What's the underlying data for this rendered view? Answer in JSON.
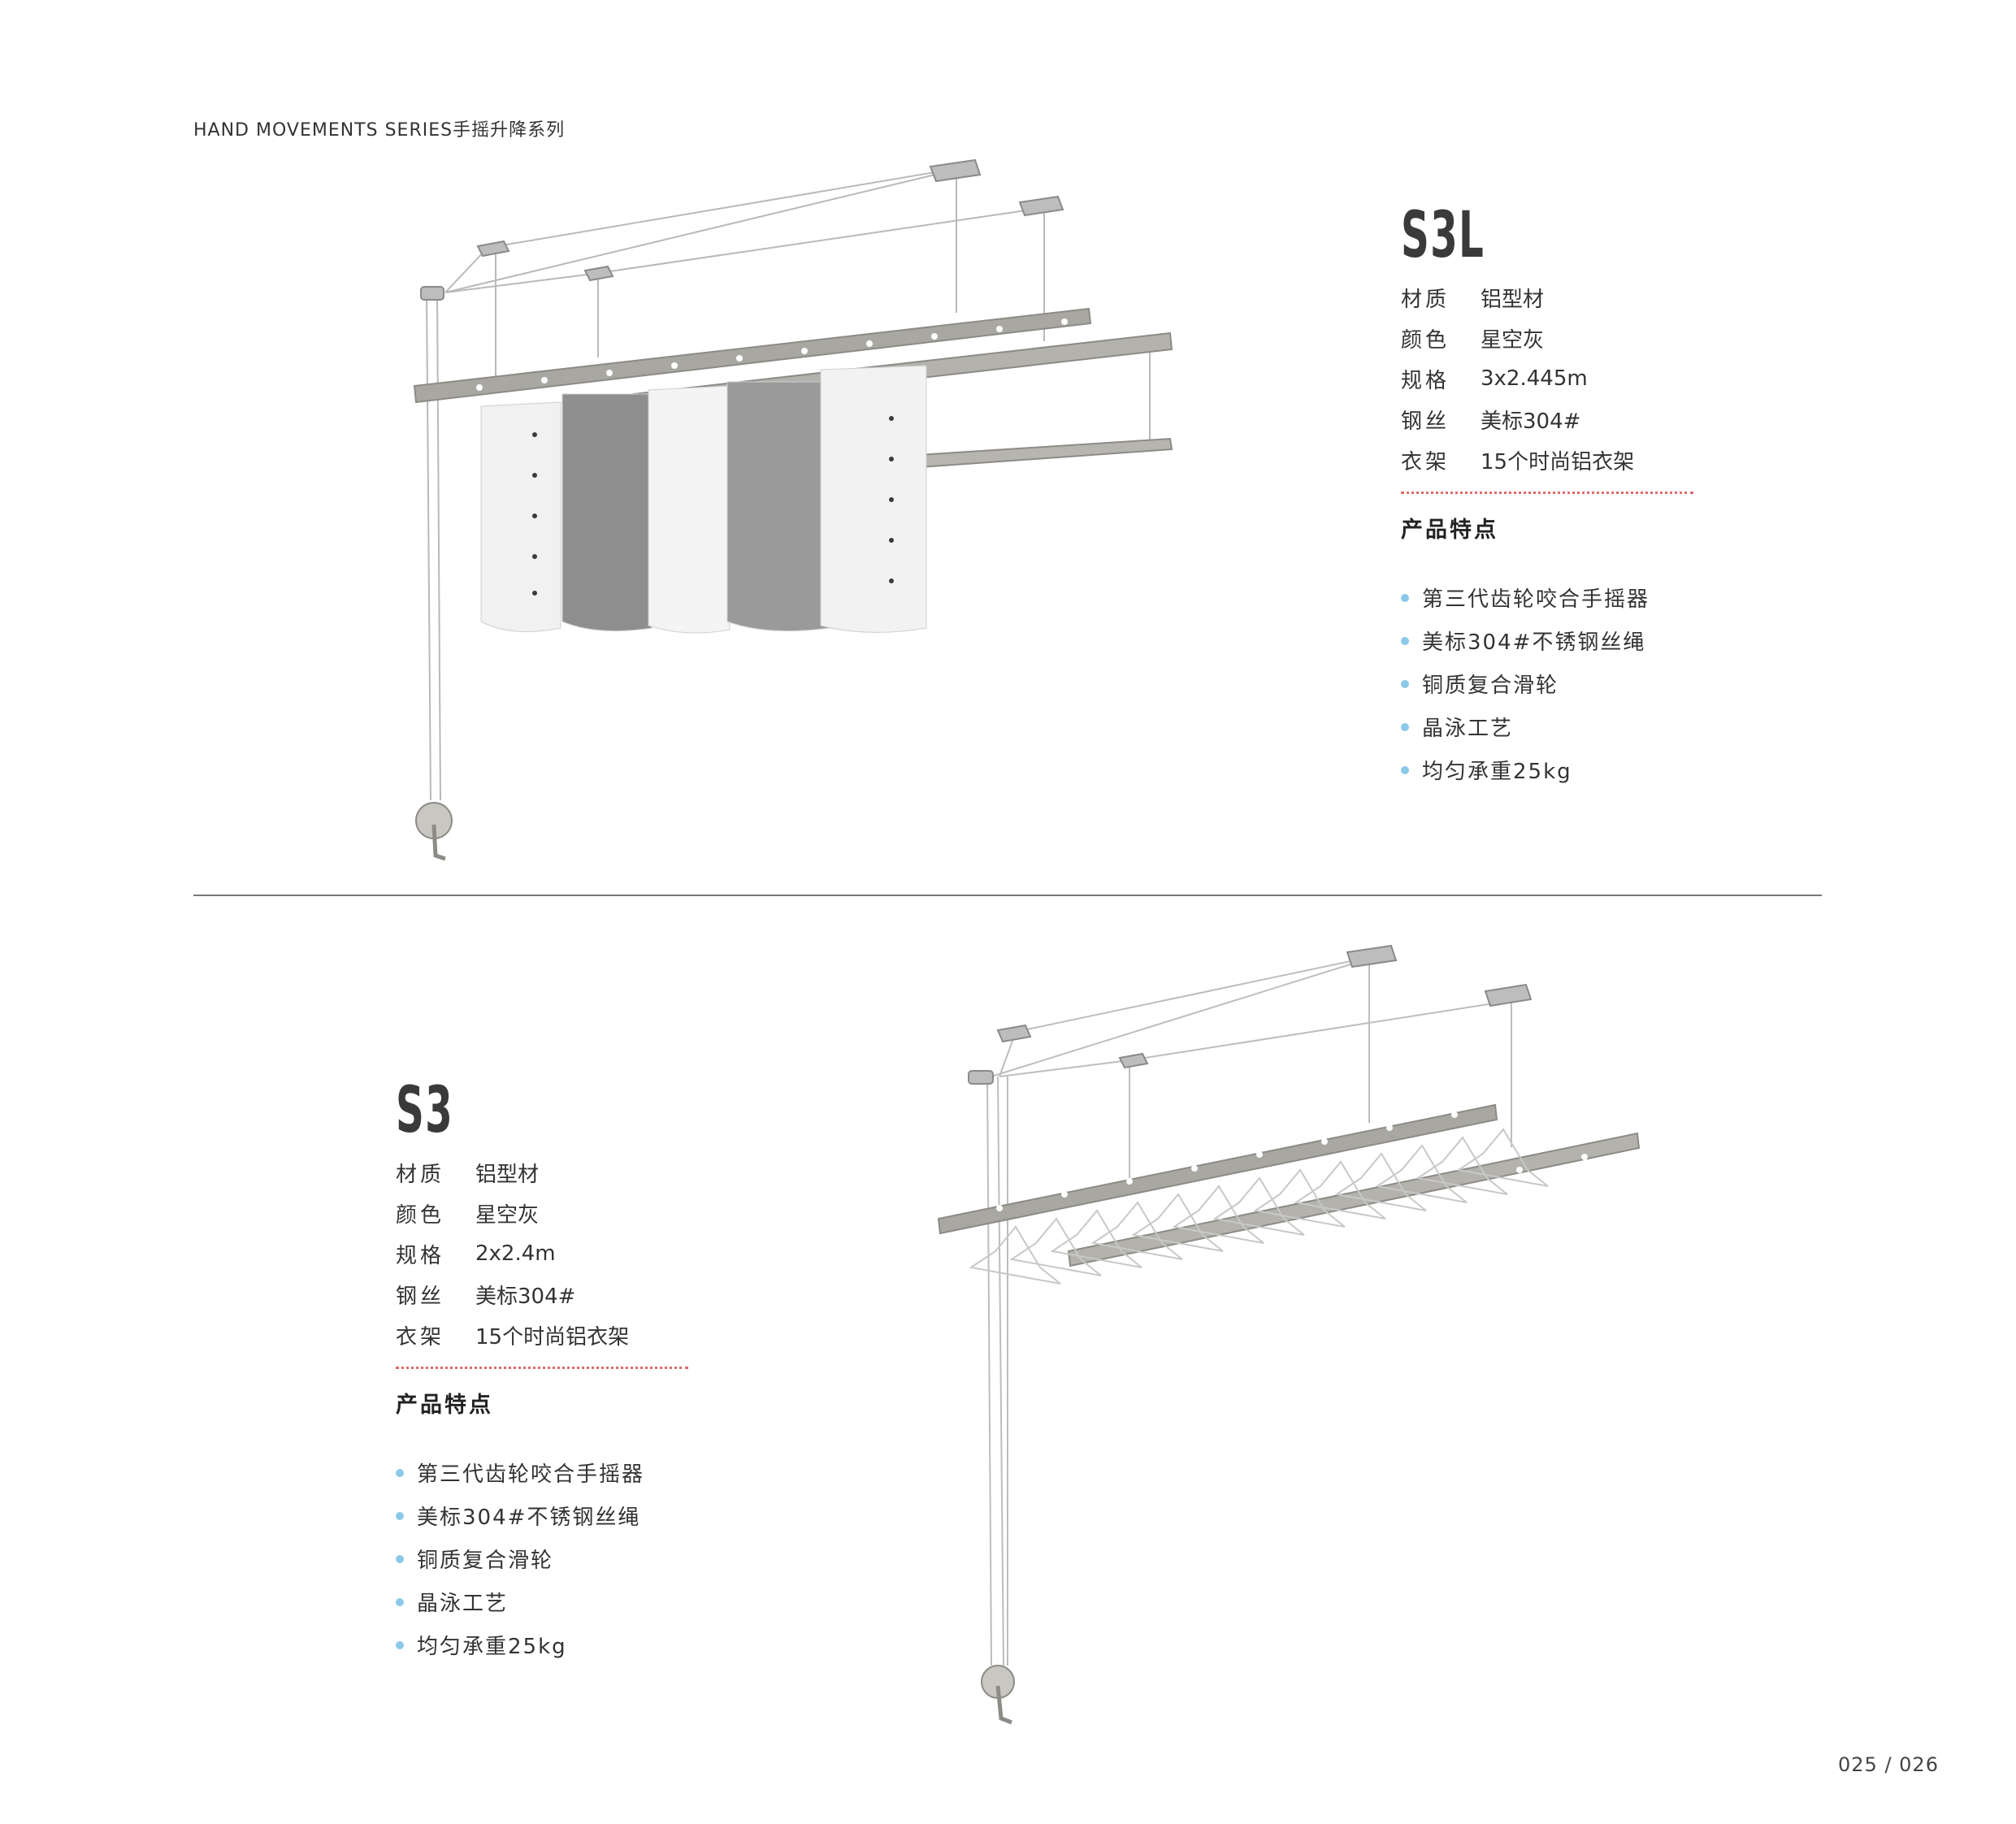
{
  "header": {
    "series_title": "HAND MOVEMENTS SERIES手摇升降系列"
  },
  "page_number": "025 / 026",
  "products": [
    {
      "model": "S3L",
      "specs": [
        {
          "label": "材质",
          "value": "铝型材"
        },
        {
          "label": "颜色",
          "value": "星空灰"
        },
        {
          "label": "规格",
          "value": "3x2.445m"
        },
        {
          "label": "钢丝",
          "value": "美标304#"
        },
        {
          "label": "衣架",
          "value": "15个时尚铝衣架"
        }
      ],
      "features_heading": "产品特点",
      "features": [
        "第三代齿轮咬合手摇器",
        "美标304#不锈钢丝绳",
        "铜质复合滑轮",
        "晶泳工艺",
        "均匀承重25kg"
      ]
    },
    {
      "model": "S3",
      "specs": [
        {
          "label": "材质",
          "value": "铝型材"
        },
        {
          "label": "颜色",
          "value": "星空灰"
        },
        {
          "label": "规格",
          "value": "2x2.4m"
        },
        {
          "label": "钢丝",
          "value": "美标304#"
        },
        {
          "label": "衣架",
          "value": "15个时尚铝衣架"
        }
      ],
      "features_heading": "产品特点",
      "features": [
        "第三代齿轮咬合手摇器",
        "美标304#不锈钢丝绳",
        "铜质复合滑轮",
        "晶泳工艺",
        "均匀承重25kg"
      ]
    }
  ],
  "colors": {
    "bullet": "#8cc9e8",
    "dotted_rule": "#e06a6a",
    "rail": "#a9a7a2"
  }
}
